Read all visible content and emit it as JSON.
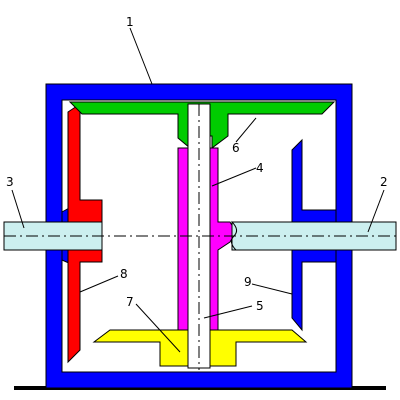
{
  "diagram": {
    "callouts": [
      {
        "id": "housing",
        "label": "1"
      },
      {
        "id": "output-shaft",
        "label": "2"
      },
      {
        "id": "input-shaft",
        "label": "3"
      },
      {
        "id": "disc-outer-ring",
        "label": "4"
      },
      {
        "id": "disc-inner-ring",
        "label": "5"
      },
      {
        "id": "upper-carrier",
        "label": "6"
      },
      {
        "id": "lower-carrier",
        "label": "7"
      },
      {
        "id": "left-wall-insert",
        "label": "8"
      },
      {
        "id": "right-wall-insert",
        "label": "9"
      }
    ],
    "colors": {
      "housing": "#0000ff",
      "red_part": "#ff0000",
      "green_part": "#00cc00",
      "magenta_part": "#ff00ff",
      "yellow_part": "#ffff00",
      "shaft": "#ccefef",
      "hub": "#ffffff",
      "outline": "#000000"
    }
  }
}
